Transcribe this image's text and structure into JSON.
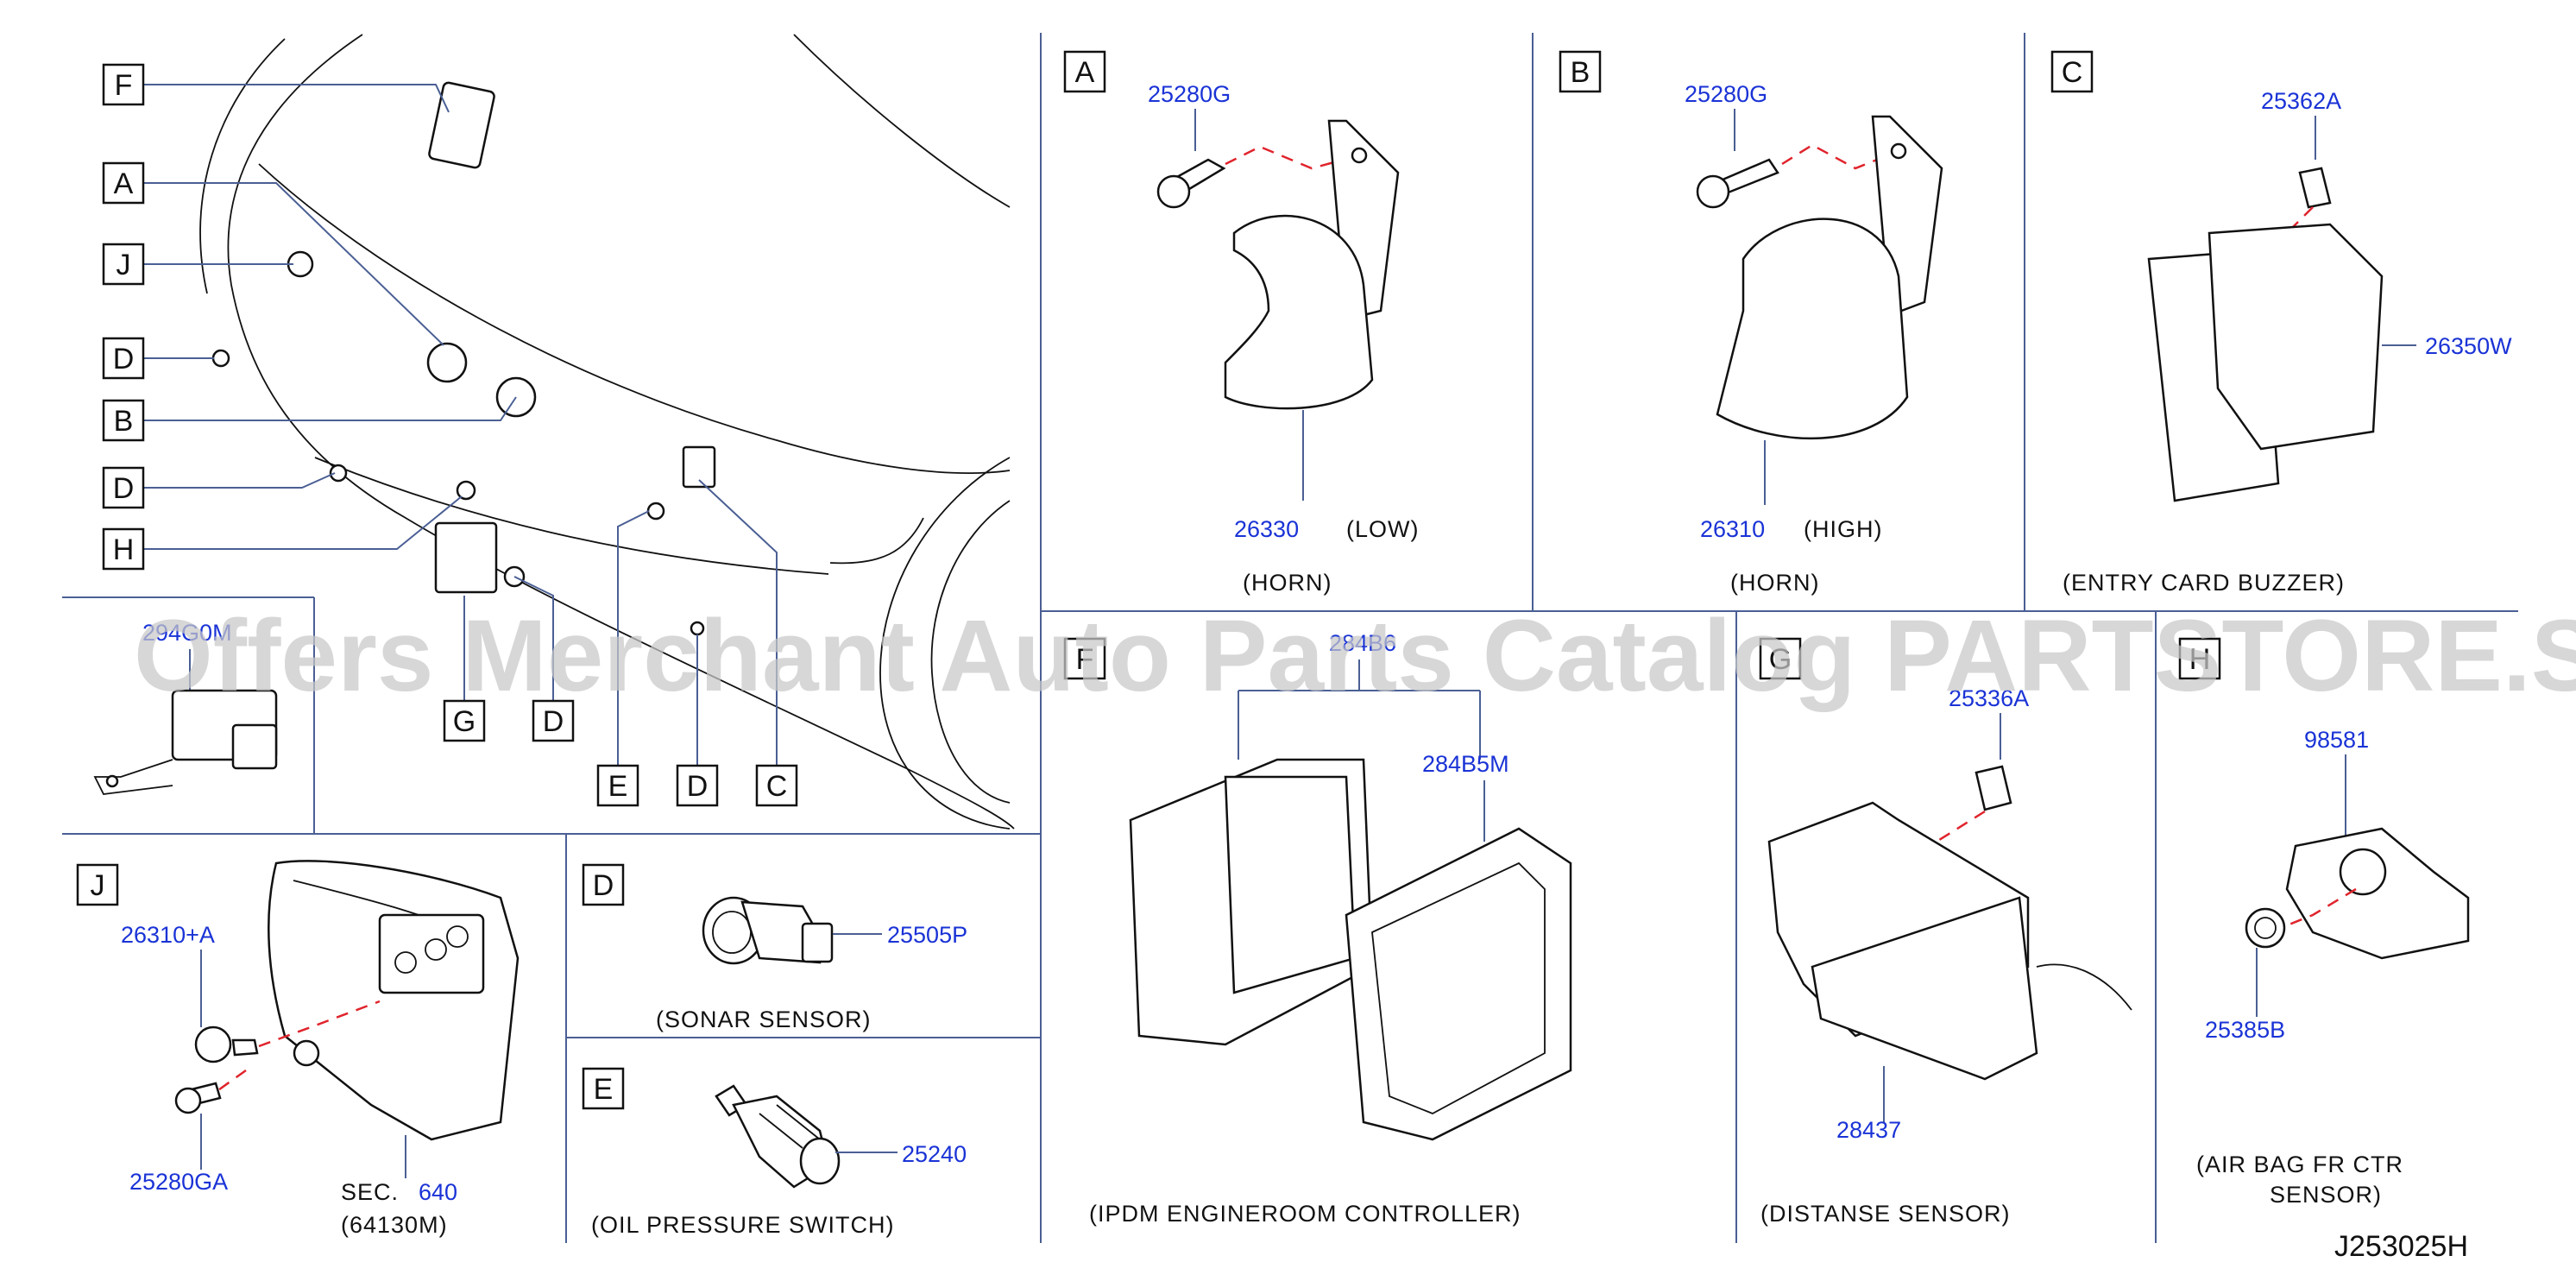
{
  "diagram_id": "J253025H",
  "watermark": "Offers Merchant Auto Parts Catalog PARTSTORE.SA",
  "overview": {
    "callouts": [
      "F",
      "A",
      "J",
      "D",
      "B",
      "D",
      "H",
      "G",
      "D",
      "E",
      "D",
      "C"
    ],
    "inset_part_number": "294G0M"
  },
  "panels": {
    "A": {
      "letter": "A",
      "bolt": "25280G",
      "part": "26330",
      "variant": "(LOW)",
      "name": "(HORN)"
    },
    "B": {
      "letter": "B",
      "bolt": "25280G",
      "part": "26310",
      "variant": "(HIGH)",
      "name": "(HORN)"
    },
    "C": {
      "letter": "C",
      "bolt": "25362A",
      "part": "26350W",
      "name": "(ENTRY   CARD   BUZZER)"
    },
    "F": {
      "letter": "F",
      "part_top": "284B6",
      "part_frame": "284B5M",
      "name": "(IPDM   ENGINEROOM   CONTROLLER)"
    },
    "G": {
      "letter": "G",
      "bolt": "25336A",
      "part": "28437",
      "name": "(DISTANSE   SENSOR)"
    },
    "H": {
      "letter": "H",
      "part": "98581",
      "nut": "25385B",
      "name_line1": "(AIR   BAG   FR   CTR",
      "name_line2": "SENSOR)"
    },
    "J": {
      "letter": "J",
      "part": "26310+A",
      "bolt": "25280GA",
      "sec_label": "SEC.",
      "sec_number": "640",
      "sec_part": "(64130M)"
    },
    "D": {
      "letter": "D",
      "part": "25505P",
      "name": "(SONAR   SENSOR)"
    },
    "E": {
      "letter": "E",
      "part": "25240",
      "name": "(OIL   PRESSURE   SWITCH)"
    }
  }
}
